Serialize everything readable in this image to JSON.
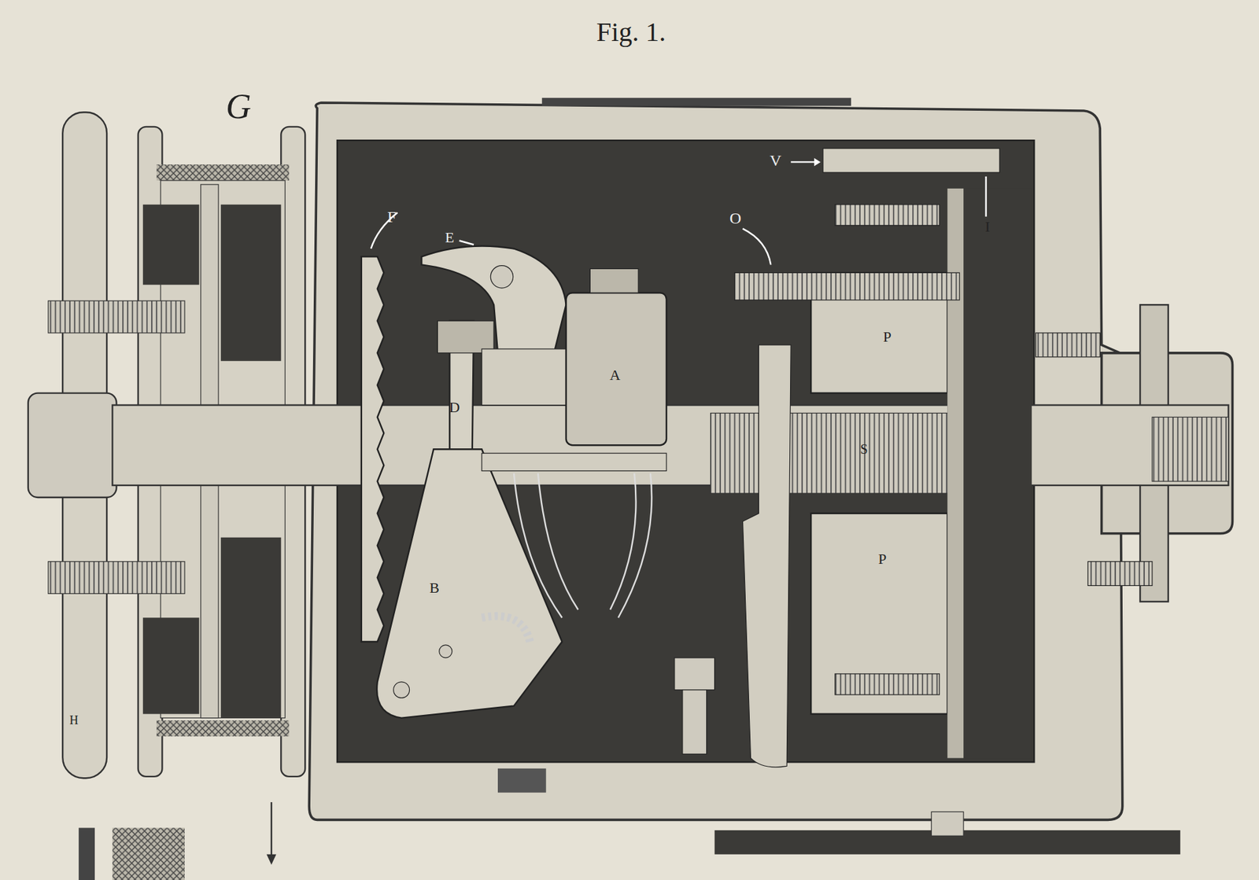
{
  "diagram": {
    "title": "Fig. 1.",
    "labels": [
      "G",
      "F",
      "E",
      "V",
      "O",
      "I",
      "A",
      "P",
      "D",
      "S",
      "P",
      "B",
      "H"
    ]
  }
}
